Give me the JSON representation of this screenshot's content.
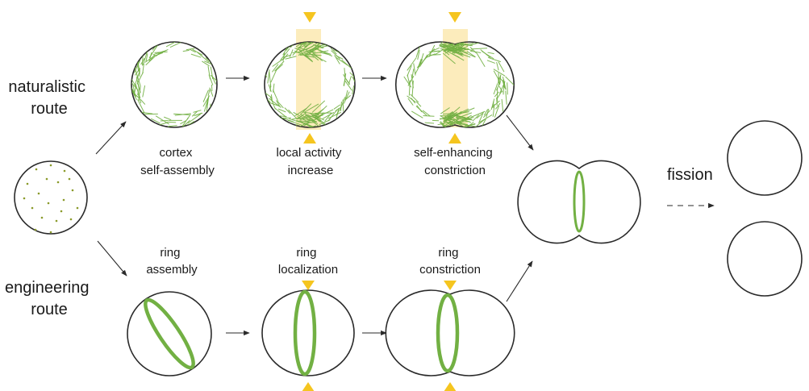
{
  "routes": {
    "naturalistic": [
      "naturalistic",
      "route"
    ],
    "engineering": [
      "engineering",
      "route"
    ]
  },
  "steps": {
    "naturalistic": [
      [
        "cortex",
        "self-assembly"
      ],
      [
        "local activity",
        "increase"
      ],
      [
        "self-enhancing",
        "constriction"
      ]
    ],
    "engineering": [
      [
        "ring",
        "assembly"
      ],
      [
        "ring",
        "localization"
      ],
      [
        "ring",
        "constriction"
      ]
    ]
  },
  "fission_label": "fission",
  "colors": {
    "filament": "#72b043",
    "dots": "#8a9a2a",
    "band": "#fce9b0",
    "marker": "#f5c51f",
    "outline": "#2a2a2a"
  }
}
